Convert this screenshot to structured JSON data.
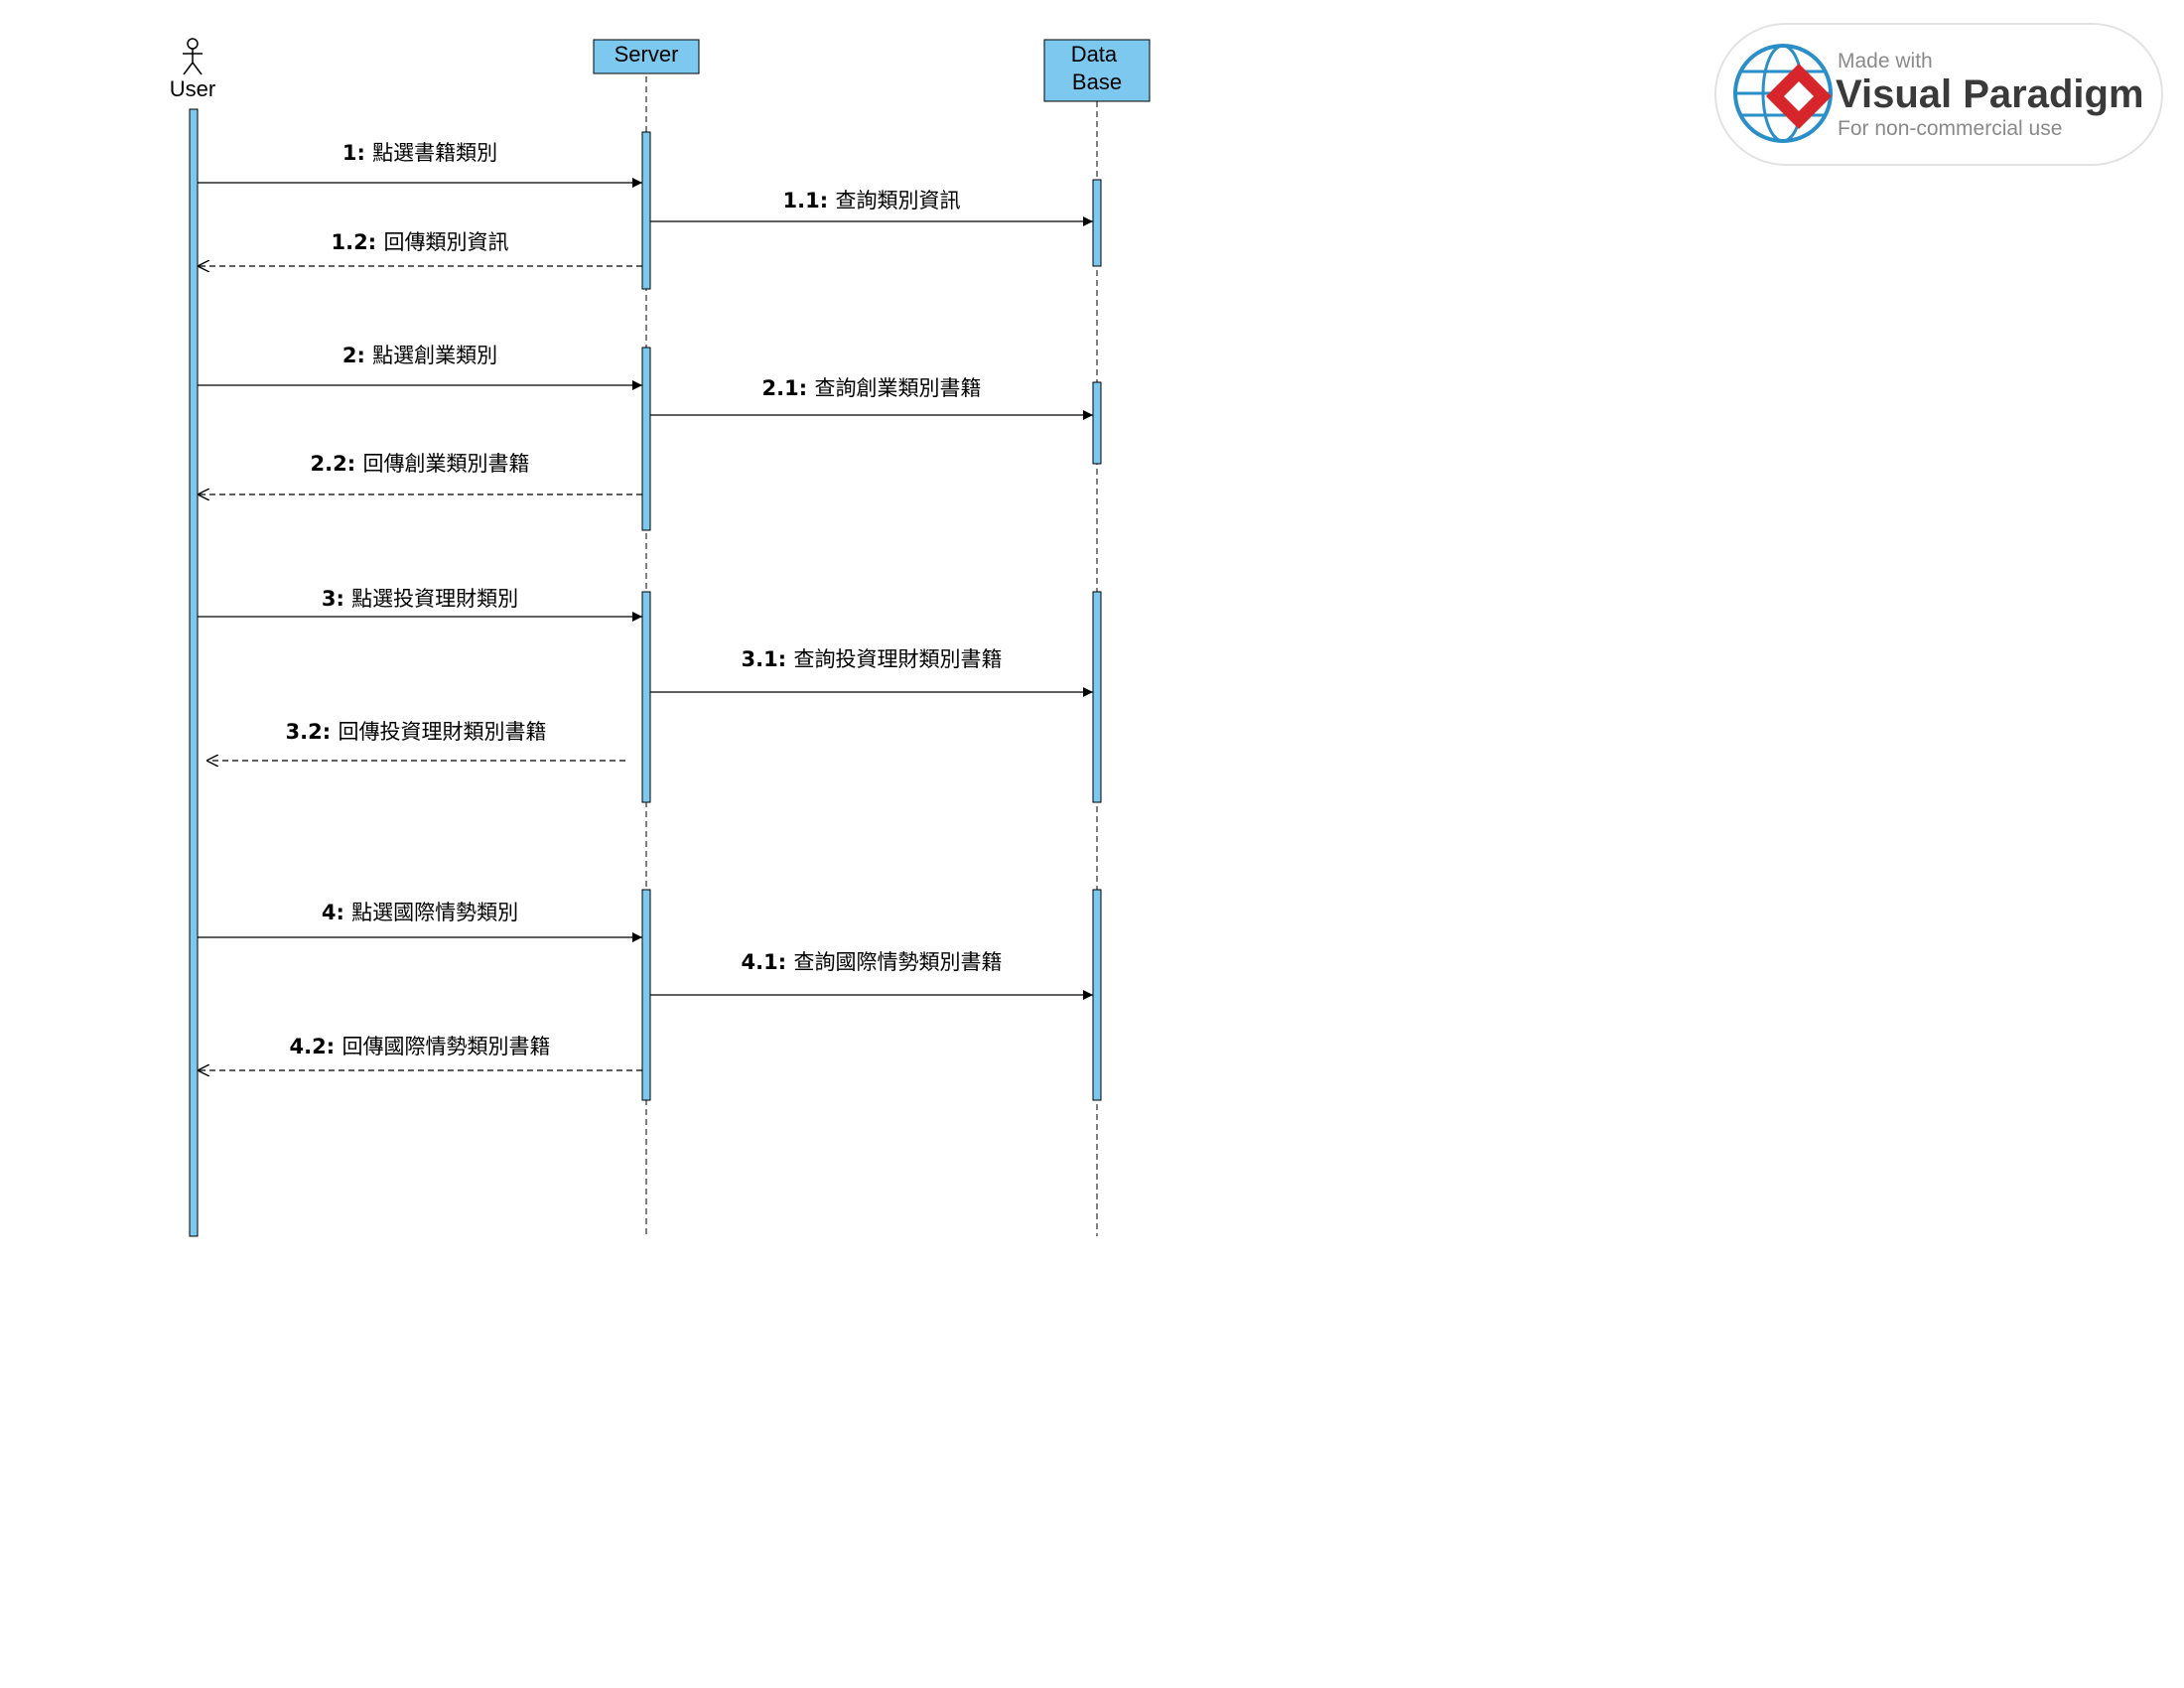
{
  "participants": [
    {
      "id": "user",
      "label": "User",
      "kind": "actor"
    },
    {
      "id": "server",
      "label": "Server",
      "kind": "box"
    },
    {
      "id": "db",
      "label": "Data\nBase",
      "kind": "box"
    }
  ],
  "colors": {
    "activation_fill": "#7cc8ee",
    "header_fill": "#7cc8ee",
    "line": "#000000",
    "watermark_red": "#d6262b",
    "watermark_blue": "#2a8fc9"
  },
  "messages": [
    {
      "number": "1:",
      "text": "點選書籍類別",
      "from": "user",
      "to": "server",
      "style": "sync"
    },
    {
      "number": "1.1:",
      "text": "查詢類別資訊",
      "from": "server",
      "to": "db",
      "style": "sync"
    },
    {
      "number": "1.2:",
      "text": "回傳類別資訊",
      "from": "server",
      "to": "user",
      "style": "return"
    },
    {
      "number": "2:",
      "text": "點選創業類別",
      "from": "user",
      "to": "server",
      "style": "sync"
    },
    {
      "number": "2.1:",
      "text": "查詢創業類別書籍",
      "from": "server",
      "to": "db",
      "style": "sync"
    },
    {
      "number": "2.2:",
      "text": "回傳創業類別書籍",
      "from": "server",
      "to": "user",
      "style": "return"
    },
    {
      "number": "3:",
      "text": "點選投資理財類別",
      "from": "user",
      "to": "server",
      "style": "sync"
    },
    {
      "number": "3.1:",
      "text": "查詢投資理財類別書籍",
      "from": "server",
      "to": "db",
      "style": "sync"
    },
    {
      "number": "3.2:",
      "text": "回傳投資理財類別書籍",
      "from": "server",
      "to": "user",
      "style": "return"
    },
    {
      "number": "4:",
      "text": "點選國際情勢類別",
      "from": "user",
      "to": "server",
      "style": "sync"
    },
    {
      "number": "4.1:",
      "text": "查詢國際情勢類別書籍",
      "from": "server",
      "to": "db",
      "style": "sync"
    },
    {
      "number": "4.2:",
      "text": "回傳國際情勢類別書籍",
      "from": "server",
      "to": "user",
      "style": "return"
    }
  ],
  "watermark": {
    "line1": "Made with",
    "line2": "Visual Paradigm",
    "line3": "For non-commercial use"
  }
}
